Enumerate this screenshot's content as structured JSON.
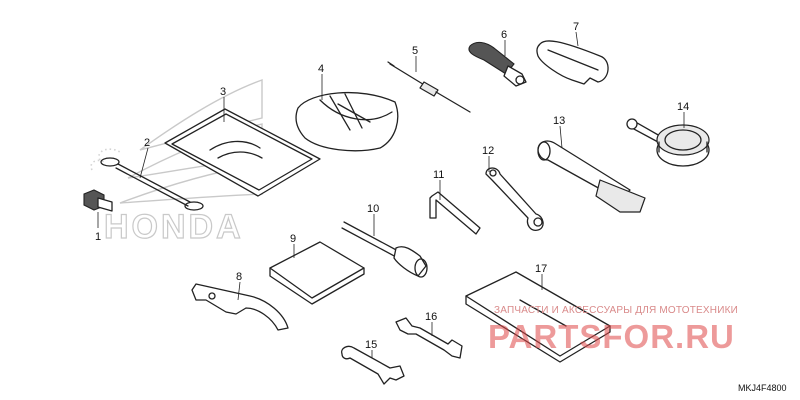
{
  "diagram": {
    "code": "MKJ4F4800",
    "callouts": [
      "1",
      "2",
      "3",
      "4",
      "5",
      "6",
      "7",
      "8",
      "9",
      "10",
      "11",
      "12",
      "13",
      "14",
      "15",
      "16",
      "17"
    ]
  },
  "watermark": {
    "line1": "ЗАПЧАСТИ И АКСЕССУАРЫ ДЛЯ МОТОТЕХНИКИ",
    "brand": "PARTSFOR.RU",
    "color": "#e04848"
  },
  "logo": {
    "wordmark": "HONDA",
    "color": "#c9c9c9"
  }
}
